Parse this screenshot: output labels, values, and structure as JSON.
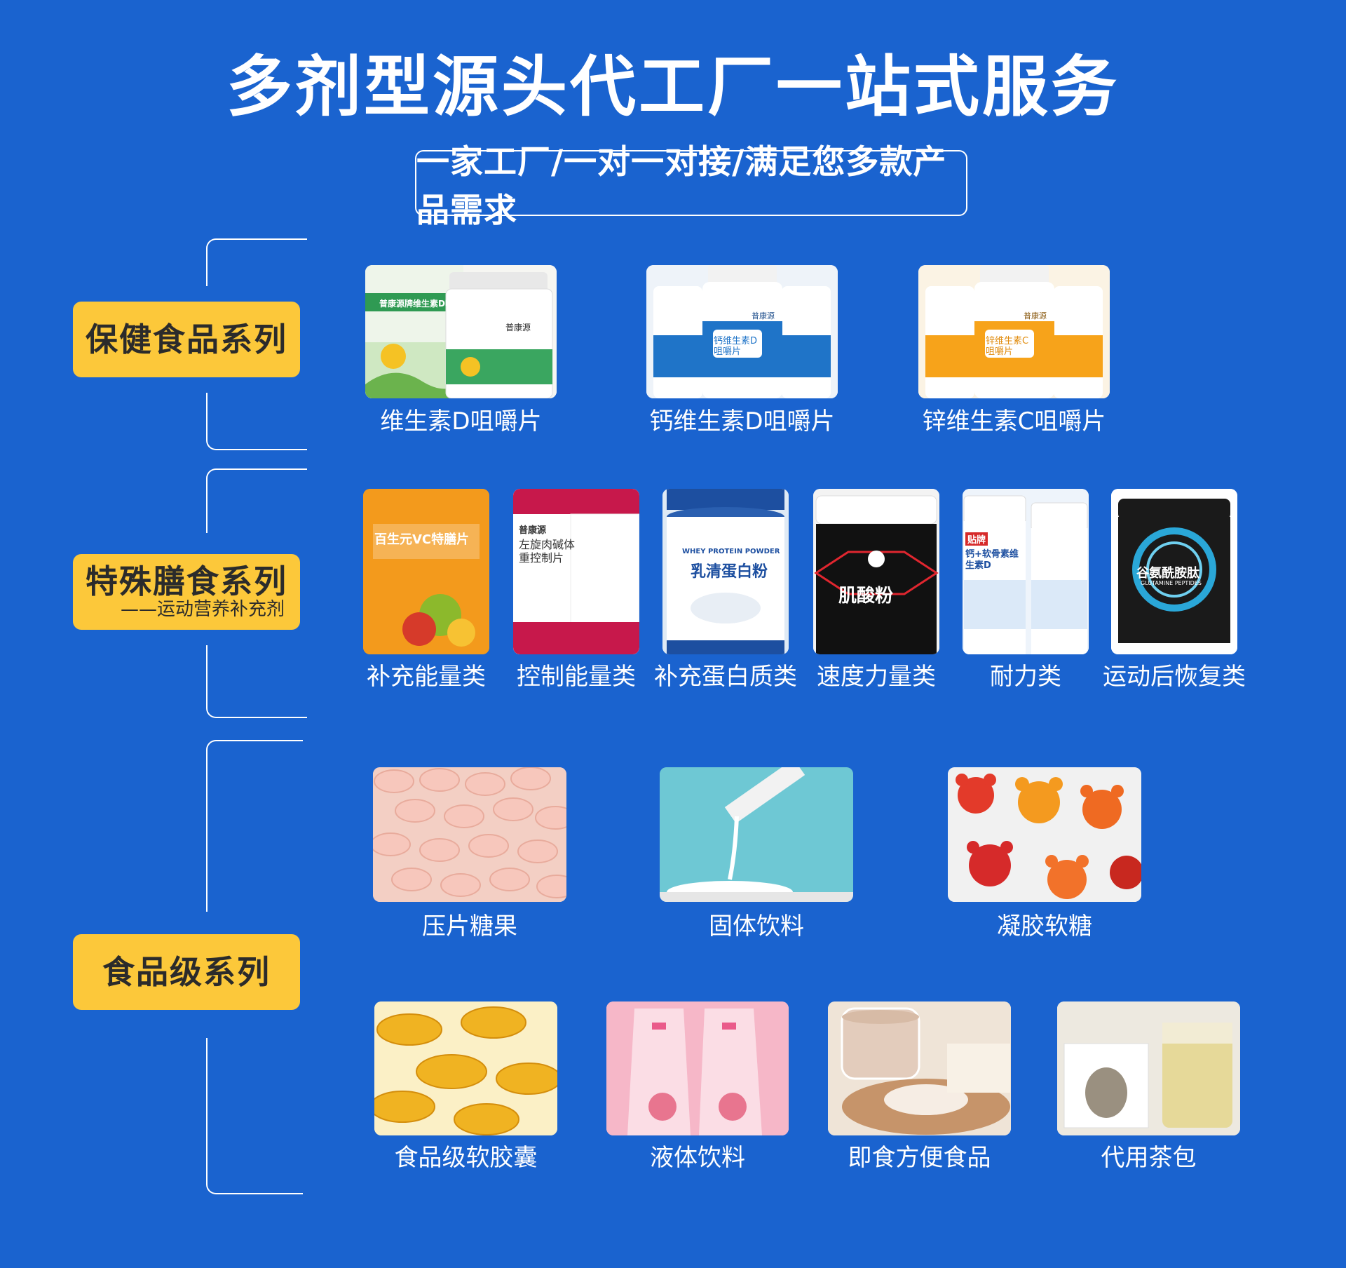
{
  "title": "多剂型源头代工厂一站式服务",
  "subtitle": "一家工厂/一对一对接/满足您多款产品需求",
  "series": [
    {
      "label": "保健食品系列",
      "items": [
        {
          "caption": "维生素D咀嚼片",
          "brand": "普康源",
          "pack_text": "普康源牌维生素D咀嚼片"
        },
        {
          "caption": "钙维生素D咀嚼片",
          "brand": "普康源",
          "pack_text": "钙维生素D咀嚼片"
        },
        {
          "caption": "锌维生素C咀嚼片",
          "brand": "普康源",
          "pack_text": "锌维生素C咀嚼片"
        }
      ]
    },
    {
      "label": "特殊膳食系列",
      "sublabel": "——运动营养补充剂",
      "items": [
        {
          "caption": "补充能量类",
          "pack_text": "百生元VC特膳片"
        },
        {
          "caption": "控制能量类",
          "brand": "普康源",
          "pack_text": "左旋肉碱体重控制片"
        },
        {
          "caption": "补充蛋白质类",
          "pack_text": "乳清蛋白粉",
          "pack_en": "WHEY PROTEIN POWDER"
        },
        {
          "caption": "速度力量类",
          "pack_text": "肌酸粉"
        },
        {
          "caption": "耐力类",
          "brand": "贴牌",
          "pack_text": "钙+软骨素维生素D"
        },
        {
          "caption": "运动后恢复类",
          "pack_text": "谷氨酰胺肽",
          "pack_en": "GLUTAMINE PEPTIDES"
        }
      ]
    },
    {
      "label": "食品级系列",
      "items": [
        {
          "caption": "压片糖果"
        },
        {
          "caption": "固体饮料"
        },
        {
          "caption": "凝胶软糖"
        },
        {
          "caption": "食品级软胶囊"
        },
        {
          "caption": "液体饮料"
        },
        {
          "caption": "即食方便食品"
        },
        {
          "caption": "代用茶包"
        }
      ]
    }
  ],
  "colors": {
    "background": "#1a63cf",
    "label_bg": "#fcc83a",
    "label_text": "#2b2b2b",
    "text": "#ffffff"
  }
}
